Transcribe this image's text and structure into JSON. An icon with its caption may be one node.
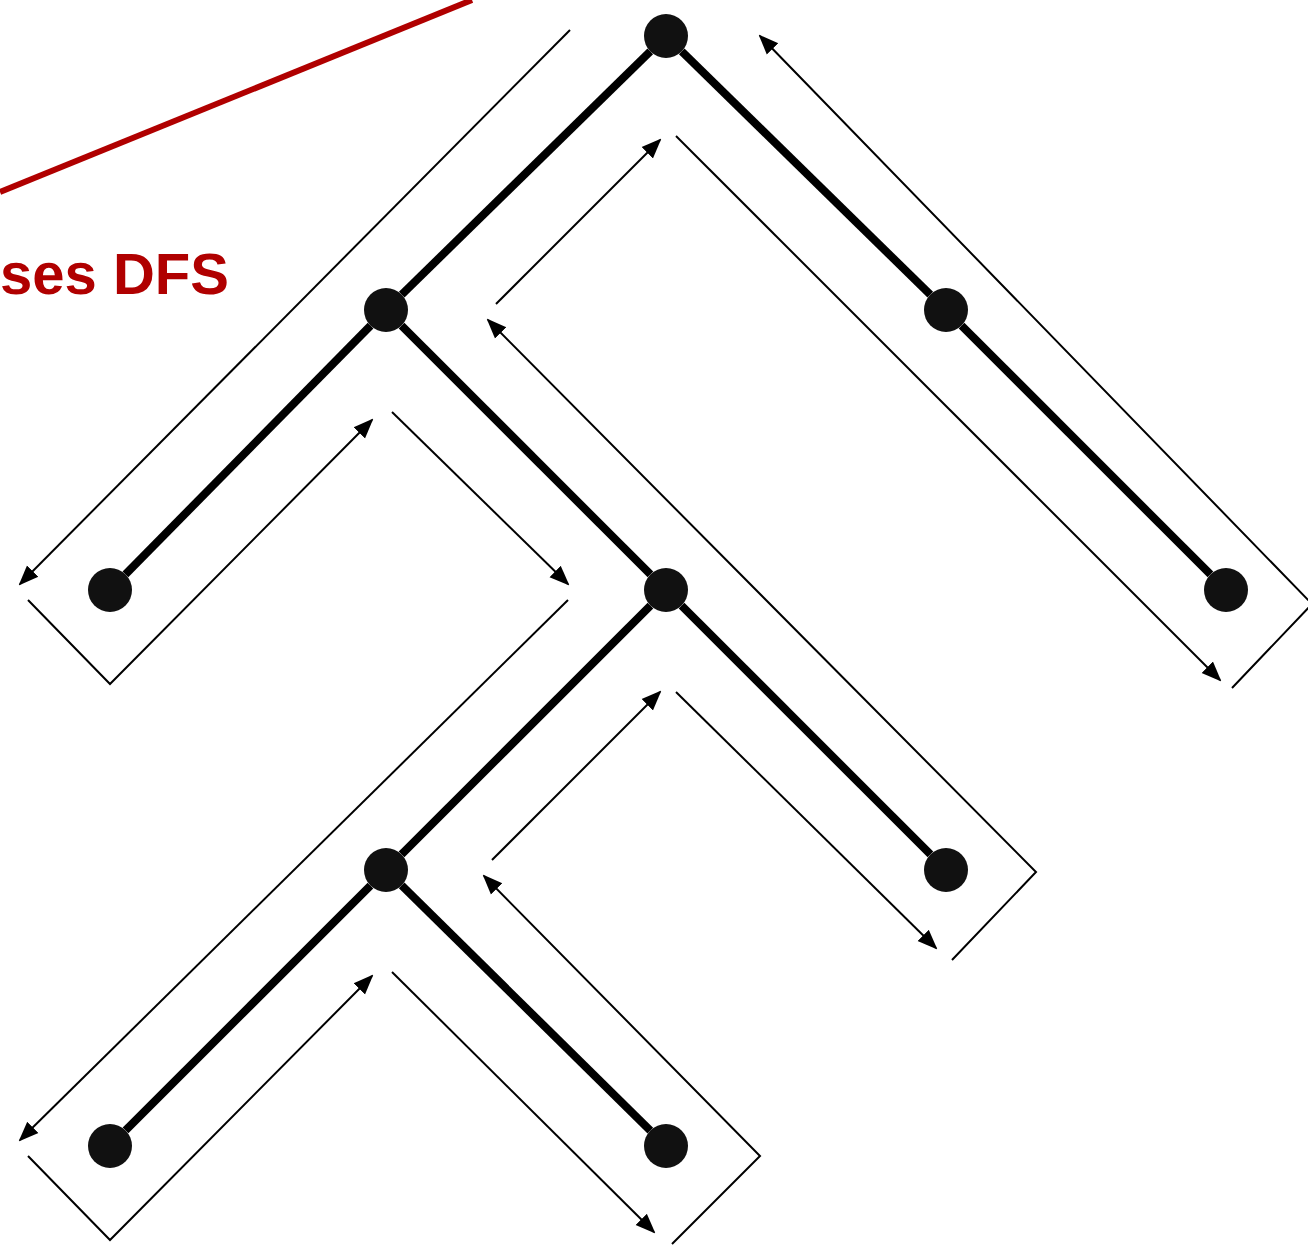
{
  "diagram": {
    "nodes": [
      {
        "text": [],
        "shape": "circle"
      },
      {
        "text": [],
        "shape": "circle"
      },
      {
        "text": [],
        "shape": "circle"
      },
      {
        "text": [],
        "shape": "circle"
      },
      {
        "text": [],
        "shape": "circle"
      },
      {
        "text": [],
        "shape": "circle"
      },
      {
        "text": [],
        "shape": "circle"
      },
      {
        "text": [],
        "shape": "circle"
      },
      {
        "text": [],
        "shape": "circle"
      },
      {
        "text": [],
        "shape": "circle"
      }
    ],
    "edges": [
      {
        "from": 0,
        "to": 1,
        "arrow": "none"
      },
      {
        "from": 0,
        "to": 2,
        "arrow": "none"
      },
      {
        "from": 1,
        "to": 3,
        "arrow": "none"
      },
      {
        "from": 1,
        "to": 4,
        "arrow": "none"
      },
      {
        "from": 2,
        "to": 5,
        "arrow": "none"
      },
      {
        "from": 4,
        "to": 6,
        "arrow": "none"
      },
      {
        "from": 4,
        "to": 7,
        "arrow": "none"
      },
      {
        "from": 6,
        "to": 8,
        "arrow": "none"
      },
      {
        "from": 6,
        "to": 9,
        "arrow": "none"
      }
    ],
    "labels": [
      "ses DFS"
    ]
  }
}
